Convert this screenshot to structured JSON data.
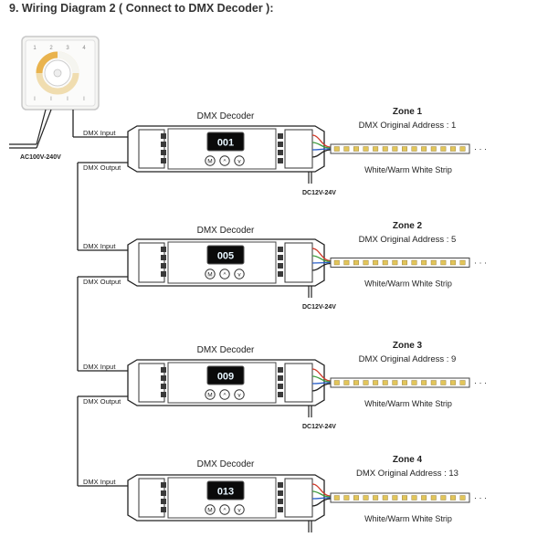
{
  "heading": "9. Wiring Diagram 2 ( Connect to DMX Decoder ):",
  "mains_label": "AC100V-240V",
  "panel": {
    "top_marks": [
      "1",
      "2",
      "3",
      "4"
    ],
    "bottom_marks": [
      "I",
      "I",
      "I",
      "I"
    ]
  },
  "decoder_title": "DMX Decoder",
  "dmx_input_label": "DMX Input",
  "dmx_output_label": "DMX Output",
  "power_label": "DC12V-24V",
  "strip_label": "White/Warm White Strip",
  "button_labels": [
    "M",
    "^",
    "v"
  ],
  "zones": [
    {
      "name": "Zone 1",
      "address_text": "DMX Original Address : 1",
      "display": "001",
      "has_output": true,
      "has_power_label": true
    },
    {
      "name": "Zone 2",
      "address_text": "DMX Original Address : 5",
      "display": "005",
      "has_output": true,
      "has_power_label": true
    },
    {
      "name": "Zone 3",
      "address_text": "DMX Original Address : 9",
      "display": "009",
      "has_output": true,
      "has_power_label": true
    },
    {
      "name": "Zone 4",
      "address_text": "DMX Original Address : 13",
      "display": "013",
      "has_output": false,
      "has_power_label": false
    }
  ],
  "colors": {
    "line": "#222222",
    "display_bg": "#0a0a0a",
    "display_text": "#e8f6ff",
    "wire_red": "#d03a2a",
    "wire_green": "#3d9a3d",
    "wire_blue": "#2a5fc9",
    "strip_led": "#e2c55a"
  }
}
